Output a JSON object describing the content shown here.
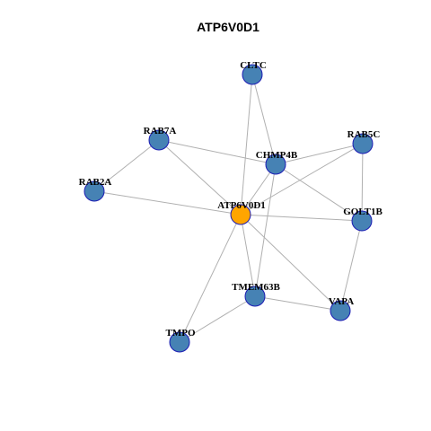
{
  "title": "ATP6V0D1",
  "colors": {
    "center_fill": "#FFA500",
    "node_fill": "#4682B4",
    "node_border": "#1C1CB4",
    "edge": "#B0B0B0"
  },
  "nodes": [
    {
      "id": "ATP6V0D1",
      "label": "ATP6V0D1",
      "center": true
    },
    {
      "id": "CLTC",
      "label": "CLTC"
    },
    {
      "id": "RAB7A",
      "label": "RAB7A"
    },
    {
      "id": "RAB5C",
      "label": "RAB5C"
    },
    {
      "id": "CHMP4B",
      "label": "CHMP4B"
    },
    {
      "id": "RAB2A",
      "label": "RAB2A"
    },
    {
      "id": "GOLT1B",
      "label": "GOLT1B"
    },
    {
      "id": "TMEM63B",
      "label": "TMEM63B"
    },
    {
      "id": "VAPA",
      "label": "VAPA"
    },
    {
      "id": "TMPO",
      "label": "TMPO"
    }
  ],
  "edges": [
    [
      "ATP6V0D1",
      "CLTC"
    ],
    [
      "ATP6V0D1",
      "RAB7A"
    ],
    [
      "ATP6V0D1",
      "RAB2A"
    ],
    [
      "ATP6V0D1",
      "CHMP4B"
    ],
    [
      "ATP6V0D1",
      "RAB5C"
    ],
    [
      "ATP6V0D1",
      "GOLT1B"
    ],
    [
      "ATP6V0D1",
      "TMEM63B"
    ],
    [
      "ATP6V0D1",
      "VAPA"
    ],
    [
      "ATP6V0D1",
      "TMPO"
    ],
    [
      "CLTC",
      "CHMP4B"
    ],
    [
      "RAB7A",
      "RAB2A"
    ],
    [
      "RAB7A",
      "CHMP4B"
    ],
    [
      "CHMP4B",
      "RAB5C"
    ],
    [
      "CHMP4B",
      "GOLT1B"
    ],
    [
      "CHMP4B",
      "TMEM63B"
    ],
    [
      "RAB5C",
      "GOLT1B"
    ],
    [
      "GOLT1B",
      "VAPA"
    ],
    [
      "TMEM63B",
      "VAPA"
    ],
    [
      "TMEM63B",
      "TMPO"
    ]
  ]
}
